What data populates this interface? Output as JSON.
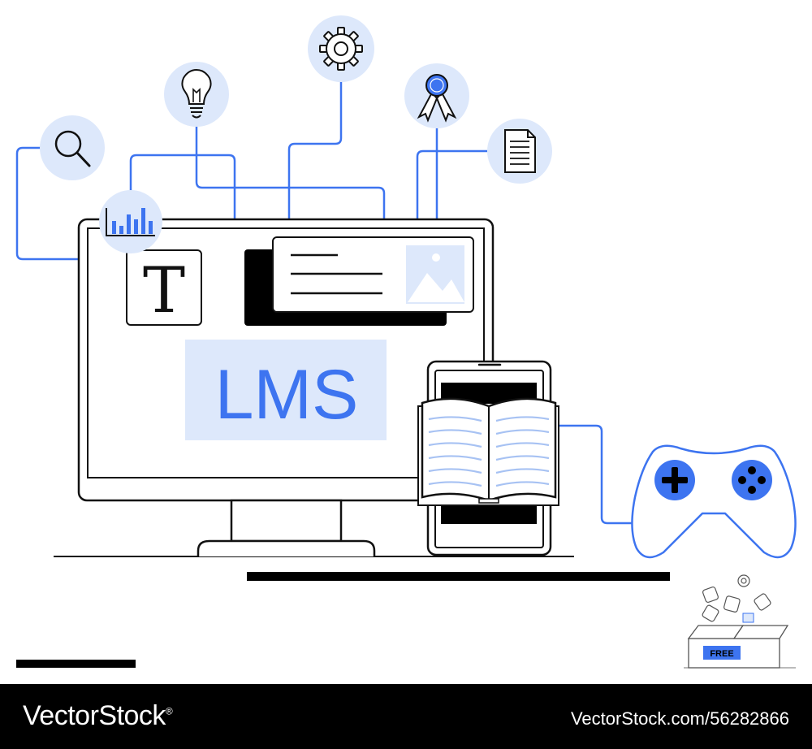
{
  "illustration": {
    "center_label": "LMS",
    "text_tile_glyph": "T",
    "free_box_label": "FREE",
    "icons": [
      "search-icon",
      "lightbulb-icon",
      "gear-icon",
      "award-ribbon-icon",
      "document-icon",
      "bar-chart-icon",
      "image-icon",
      "open-book-icon",
      "gamepad-icon",
      "gift-box-icon"
    ]
  },
  "colors": {
    "accent": "#3d74f0",
    "accent_light": "#dde8fb",
    "line": "#111111",
    "footer_bg": "#000000"
  },
  "footer": {
    "brand": "VectorStock",
    "brand_mark": "®",
    "url": "VectorStock.com/56282866"
  }
}
